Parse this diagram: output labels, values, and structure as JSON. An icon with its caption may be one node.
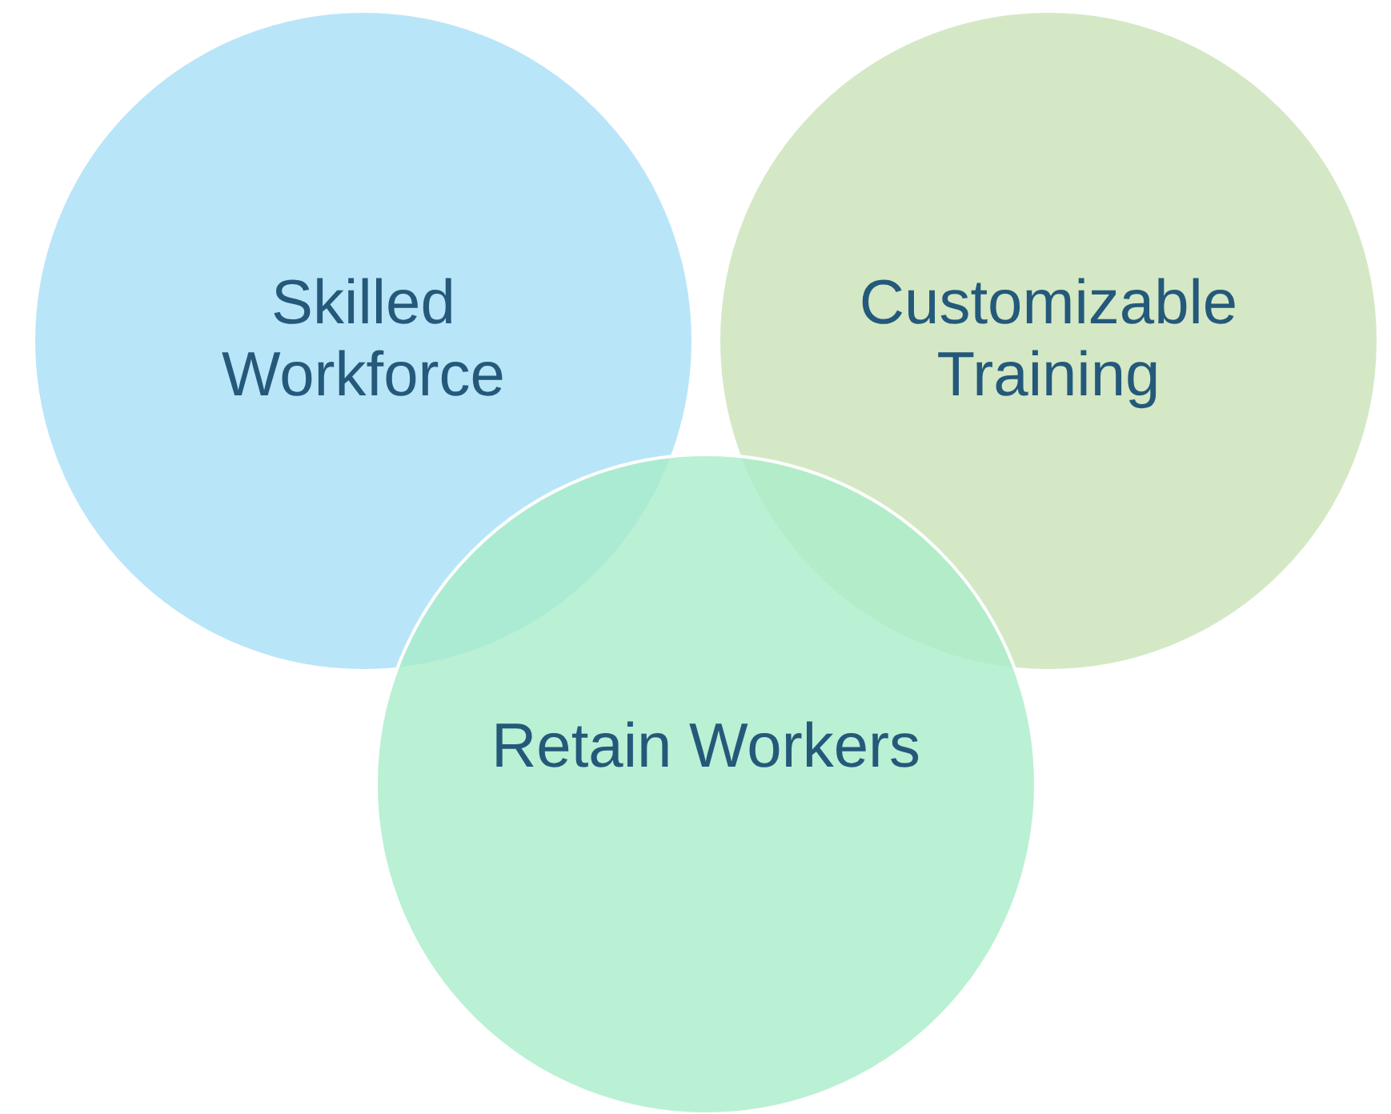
{
  "diagram": {
    "nodes": [
      {
        "text": [
          "Skilled Workforce"
        ]
      },
      {
        "text": [
          "Customizable Training"
        ]
      },
      {
        "text": [
          "Retain Workers"
        ]
      }
    ]
  }
}
